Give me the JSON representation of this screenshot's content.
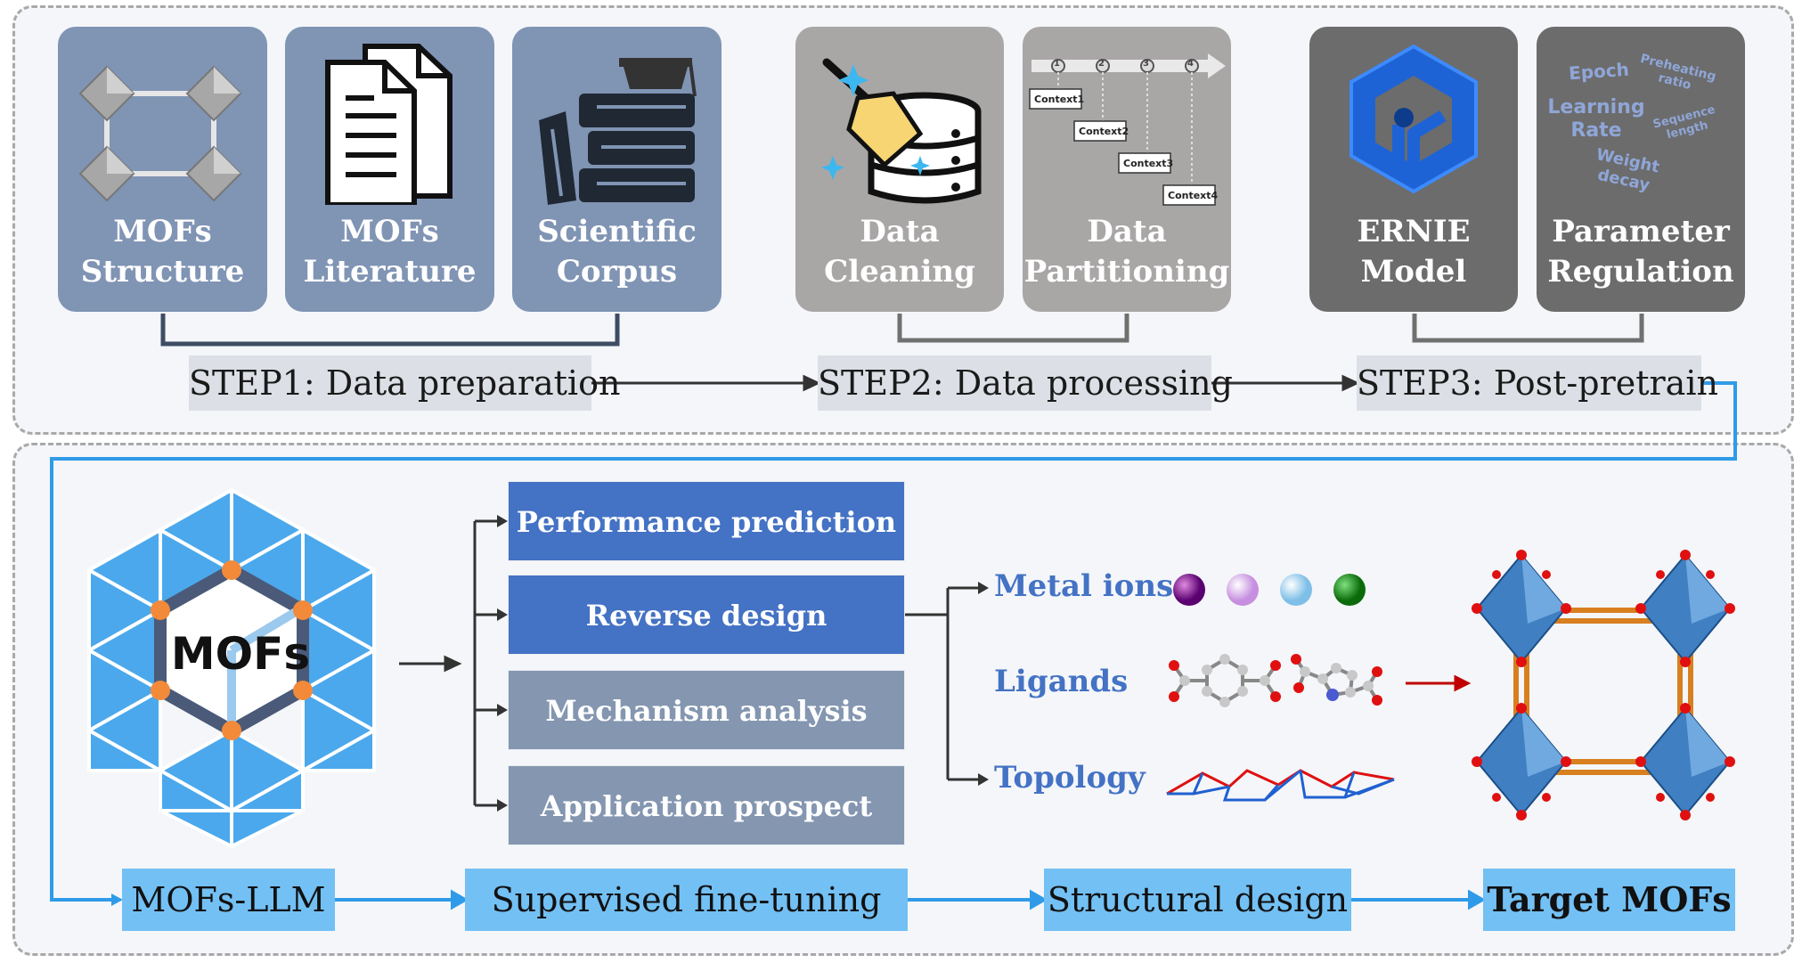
{
  "step1": {
    "cards": [
      {
        "label": "MOFs\nStructure",
        "icon": "mof-structure-icon"
      },
      {
        "label": "MOFs\nLiterature",
        "icon": "documents-icon"
      },
      {
        "label": "Scientific\nCorpus",
        "icon": "books-icon"
      }
    ],
    "label": "STEP1: Data preparation"
  },
  "step2": {
    "cards": [
      {
        "label": "Data\nCleaning",
        "icon": "database-broom-icon"
      },
      {
        "label": "Data\nPartitioning",
        "icon": "timeline-icon"
      }
    ],
    "contexts": [
      "Context1",
      "Context2",
      "Context3",
      "Context4"
    ],
    "timeline_numbers": [
      "1",
      "2",
      "3",
      "4"
    ],
    "label": "STEP2: Data processing"
  },
  "step3": {
    "cards": [
      {
        "label": "ERNIE\nModel",
        "icon": "ernie-logo-icon"
      },
      {
        "label": "Parameter\nRegulation",
        "icon": "word-cloud-icon"
      }
    ],
    "word_cloud": [
      "Epoch",
      "Preheating ratio",
      "Learning Rate",
      "Sequence length",
      "Weight decay"
    ],
    "label": "STEP3: Post-pretrain"
  },
  "logo_text": "MOFs",
  "tasks": [
    {
      "label": "Performance prediction",
      "style": "primary"
    },
    {
      "label": "Reverse design",
      "style": "primary"
    },
    {
      "label": "Mechanism analysis",
      "style": "secondary"
    },
    {
      "label": "Application prospect",
      "style": "secondary"
    }
  ],
  "features": [
    {
      "label": "Metal ions",
      "icon": "metal-ion-spheres-icon"
    },
    {
      "label": "Ligands",
      "icon": "ligand-molecules-icon"
    },
    {
      "label": "Topology",
      "icon": "topology-net-icon"
    }
  ],
  "flow": [
    "MOFs-LLM",
    "Supervised fine-tuning",
    "Structural design",
    "Target MOFs"
  ],
  "colors": {
    "accent_blue": "#4472c4",
    "flow_box": "#73c0f4",
    "connector": "#2f9be8",
    "card_blue": "#8094b4",
    "card_gray": "#a9a6a6",
    "card_dark": "#6c6c6c"
  }
}
